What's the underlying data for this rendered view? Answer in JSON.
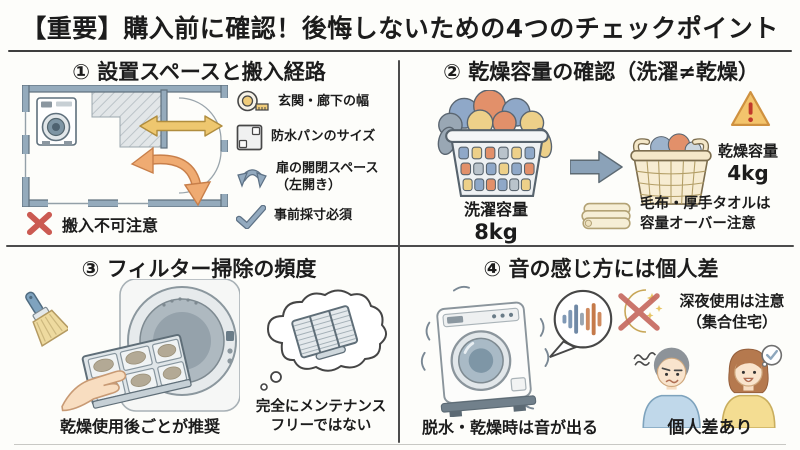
{
  "title": "【重要】購入前に確認！後悔しないための4つのチェックポイント",
  "colors": {
    "background": "#fdfdfa",
    "text": "#1c1c1c",
    "wall_blue_gray": "#95abbc",
    "arrow_yellow": "#eec76f",
    "arrow_orange": "#efab72",
    "arrow_blue_gray": "#8ba2b8",
    "warn_red": "#cb5a52",
    "check_blue": "#93aabf",
    "caution_amber": "#f3c46c",
    "caution_mark_red": "#c0392b",
    "basket_wicker": "#f4e7c8",
    "cloth_blue": "#8fa8c8",
    "cloth_orange": "#e2906a",
    "cloth_yellow": "#edd089"
  },
  "sections": {
    "s1": {
      "heading": "① 設置スペースと搬入経路",
      "illustration": "floor-plan-with-washer-and-route-arrows",
      "checklist": [
        {
          "icon": "measuring-tape-icon",
          "label": "玄関・廊下の幅"
        },
        {
          "icon": "waterproof-pan-icon",
          "label": "防水パンのサイズ"
        },
        {
          "icon": "door-swing-arrow-icon",
          "label": "扉の開閉スペース\n（左開き）"
        },
        {
          "icon": "check-icon",
          "label": "事前採寸必須"
        }
      ],
      "warning_icon": "cross-icon",
      "warning": "搬入不可注意"
    },
    "s2": {
      "heading": "② 乾燥容量の確認（洗濯≠乾燥）",
      "wash_label": "洗濯容量",
      "wash_value": "8kg",
      "dry_label": "乾燥容量",
      "dry_value": "4kg",
      "caution_icon": "warning-triangle-icon",
      "note_icon": "blanket-icon",
      "note": "毛布・厚手タオルは\n容量オーバー注意"
    },
    "s3": {
      "heading": "③ フィルター掃除の頻度",
      "caption_left": "乾燥使用後ごとが推奨",
      "caption_right": "完全にメンテナンス\nフリーではない"
    },
    "s4": {
      "heading": "④ 音の感じ方には個人差",
      "caption_left": "脱水・乾燥時は音が出る",
      "night_icon": "no-night-use-moon-icon",
      "note": "深夜使用は注意\n（集合住宅）",
      "caption_right": "個人差あり"
    }
  }
}
